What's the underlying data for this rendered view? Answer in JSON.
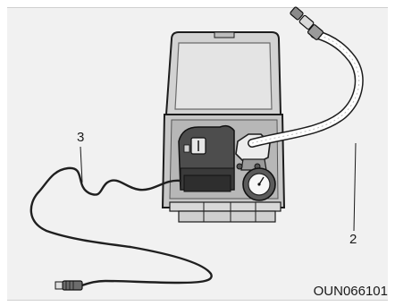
{
  "figure": {
    "callouts": {
      "sealant_hose": "2",
      "power_cable": "3"
    },
    "image_code": "OUN066101"
  },
  "colors": {
    "panel_background": "#f1f1f1",
    "case_plastic": "#c9c9c9",
    "case_edge": "#1c1c1c",
    "cable": "#1f1f1f",
    "hose": "#ffffff"
  }
}
